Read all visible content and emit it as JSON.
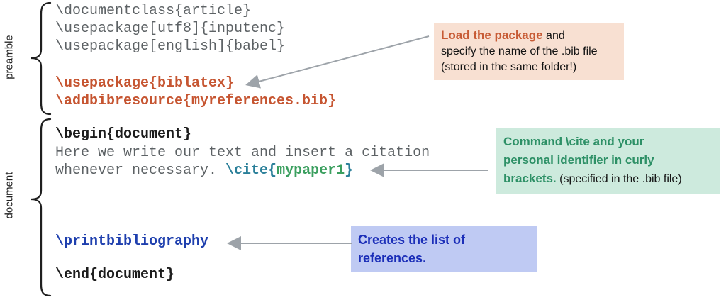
{
  "section_labels": {
    "preamble": "preamble",
    "document": "document"
  },
  "code": {
    "documentclass": "\\documentclass{article}",
    "inputenc": "\\usepackage[utf8]{inputenc}",
    "babel": "\\usepackage[english]{babel}",
    "biblatex": "\\usepackage{biblatex}",
    "addbibresource": "\\addbibresource{myreferences.bib}",
    "begin_document": "\\begin{document}",
    "body_line1": "Here we write our text and insert a citation",
    "body_line2_prefix": "whenever necessary. ",
    "cite_open": "\\cite{",
    "cite_key": "mypaper1",
    "cite_close": "}",
    "printbibliography": "\\printbibliography",
    "end_document": "\\end{document}"
  },
  "annotations": {
    "load_package": {
      "bold": "Load the package",
      "line1_rest": " and",
      "line2": "specify the name of the .bib file",
      "line3": "(stored in the same folder!)",
      "bg_color": "#f8e0d2",
      "accent_color": "#c75b35"
    },
    "cite_command": {
      "bold_line1": "Command \\cite and your",
      "bold_line2": "personal identifier in curly",
      "bold_line3": "brackets.",
      "line3_rest": " (specified in the .bib file)",
      "bg_color": "#cdeadd",
      "accent_color": "#2d9066"
    },
    "printbib": {
      "line1": "Creates the list of",
      "line2": "references.",
      "bg_color": "#bfcaf3",
      "accent_color": "#1b2eb8"
    }
  },
  "code_colors": {
    "plain_gray": "#5d6265",
    "package_orange": "#c65531",
    "structure_black": "#1c1c1c",
    "cite_teal": "#2a7f99",
    "cite_key_green": "#3b9f5f",
    "printbib_blue": "#1e3fae",
    "arrow_gray": "#9da3a9"
  }
}
